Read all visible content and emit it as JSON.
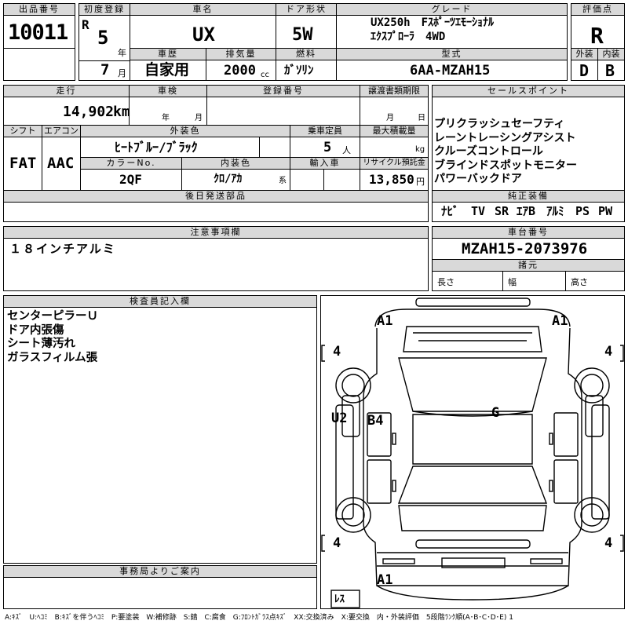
{
  "header_row": {
    "lot_label": "出品番号",
    "lot_value": "10011",
    "first_reg_label": "初度登録",
    "era": "R",
    "year_value": "5",
    "year_unit": "年",
    "month_value": "7",
    "month_unit": "月",
    "car_name_label": "車名",
    "car_name_value": "UX",
    "door_label": "ドア形状",
    "door_value": "5W",
    "grade_label": "グレード",
    "grade_line1": "UX250h　Fｽﾎﾟｰﾂｴﾓｰｼｮﾅﾙ",
    "grade_line2": "ｴｸｽﾌﾟﾛｰﾗ　4WD",
    "score_label": "評価点",
    "score_value": "R",
    "history_label": "車歴",
    "history_value": "自家用",
    "displacement_label": "排気量",
    "displacement_value": "2000",
    "displacement_unit": "cc",
    "fuel_label": "燃料",
    "fuel_value": "ｶﾞｿﾘﾝ",
    "model_label": "型式",
    "model_value": "6AA-MZAH15",
    "exterior_label": "外装",
    "exterior_value": "D",
    "interior_label": "内装",
    "interior_value": "B"
  },
  "info": {
    "mileage_label": "走行",
    "mileage_value": "14,902",
    "mileage_unit": "km",
    "inspection_label": "車検",
    "inspection_year_unit": "年",
    "inspection_month_unit": "月",
    "reg_no_label": "登録番号",
    "transfer_label": "譲渡書類期限",
    "transfer_month_unit": "月",
    "transfer_day_unit": "日",
    "shift_label": "シフト",
    "shift_value": "FAT",
    "ac_label": "エアコン",
    "ac_value": "AAC",
    "ext_color_label": "外装色",
    "ext_color_value": "ﾋｰﾄﾌﾞﾙｰ/ﾌﾞﾗｯｸ",
    "capacity_label": "乗車定員",
    "capacity_value": "5",
    "capacity_unit": "人",
    "max_load_label": "最大積載量",
    "max_load_unit": "kg",
    "color_no_label": "カラーNo.",
    "color_no_value": "2QF",
    "int_color_label": "内装色",
    "int_color_value": "ｸﾛ/ｱｶ",
    "int_color_suffix": "系",
    "import_label": "輸入車",
    "recycle_label": "リサイクル預託金",
    "recycle_value": "13,850",
    "recycle_unit": "円",
    "later_parts_label": "後日発送部品"
  },
  "sales_points": {
    "label": "セールスポイント",
    "items": [
      "プリクラッシュセーフティ",
      "レーントレーシングアシスト",
      "クルーズコントロール",
      "ブラインドスポットモニター",
      "パワーバックドア"
    ]
  },
  "equipment": {
    "label": "純正装備",
    "items": [
      "ﾅﾋﾞ",
      "TV",
      "SR",
      "ｴｱB",
      "ｱﾙﾐ",
      "PS",
      "PW"
    ]
  },
  "caution": {
    "label": "注意事項欄",
    "text": "１８インチアルミ"
  },
  "chassis": {
    "label": "車台番号",
    "value": "MZAH15-2073976",
    "specs_label": "諸元",
    "length_label": "長さ",
    "width_label": "幅",
    "height_label": "高さ"
  },
  "inspector": {
    "label": "検査員記入欄",
    "lines": [
      "センターピラーＵ",
      "ドア内張傷",
      "シート薄汚れ",
      "ガラスフィルム張"
    ]
  },
  "office": {
    "label": "事務局よりご案内"
  },
  "diagram": {
    "front_left": "A1",
    "front_right": "A1",
    "tire_front_left": "4",
    "tire_front_right": "4",
    "tire_rear_left": "4",
    "tire_rear_right": "4",
    "pillar_left": "U2",
    "door_rear_left": "B4",
    "roof": "G",
    "rear_bumper": "A1",
    "spare": "ﾚｽ"
  },
  "legend": "A:ｷｽﾞ　U:ﾍｺﾐ　B:ｷｽﾞを伴うﾍｺﾐ　P:要塗装　W:補修跡　S:錆　C:腐食　G:ﾌﾛﾝﾄｶﾞﾗｽ点ｷｽﾞ　XX:交換済み　X:要交換　内・外装評価　5段階ﾗﾝｸ順(A･B･C･D･E) 1"
}
